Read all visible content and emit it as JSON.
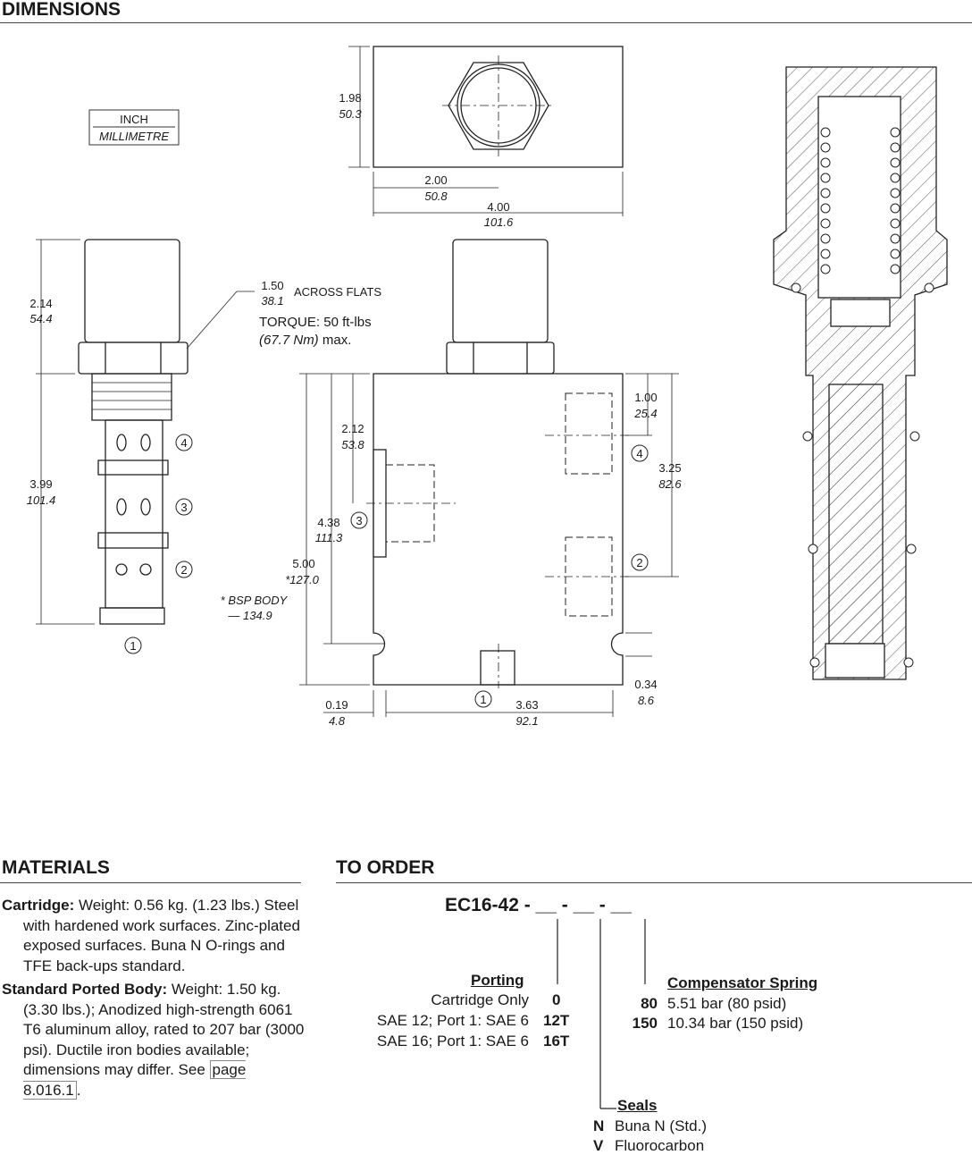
{
  "dimensions_title": "DIMENSIONS",
  "units": {
    "inch": "INCH",
    "mm": "MILLIMETRE"
  },
  "cartridge_dims": {
    "top_in": "2.14",
    "top_mm": "54.4",
    "body_in": "3.99",
    "body_mm": "101.4",
    "hex_in": "1.50",
    "hex_mm": "38.1",
    "across_flats": "ACROSS FLATS",
    "torque_line1": "TORQUE: 50 ft-lbs",
    "torque_metric": "(67.7 Nm)",
    "torque_max": " max."
  },
  "top_view_dims": {
    "height_in": "1.98",
    "height_mm": "50.3",
    "half_in": "2.00",
    "half_mm": "50.8",
    "width_in": "4.00",
    "width_mm": "101.6"
  },
  "body_dims": {
    "d1_in": "2.12",
    "d1_mm": "53.8",
    "d2_in": "4.38",
    "d2_mm": "111.3",
    "d3_in": "5.00",
    "d3_mm": "*127.0",
    "bsp_line1": "* BSP BODY",
    "bsp_line2": "— 134.9",
    "r1_in": "1.00",
    "r1_mm": "25.4",
    "r2_in": "3.25",
    "r2_mm": "82.6",
    "r3_in": "0.34",
    "r3_mm": "8.6",
    "b1_in": "0.19",
    "b1_mm": "4.8",
    "b2_in": "3.63",
    "b2_mm": "92.1"
  },
  "ports": {
    "p1": "1",
    "p2": "2",
    "p3": "3",
    "p4": "4"
  },
  "materials": {
    "title": "MATERIALS",
    "cartridge_label": "Cartridge:",
    "cartridge_text": " Weight: 0.56 kg. (1.23 lbs.) Steel with hardened work surfaces. Zinc-plated exposed surfaces. Buna N O-rings and TFE back-ups standard.",
    "body_label": "Standard Ported Body:",
    "body_text": " Weight: 1.50 kg. (3.30 lbs.); Anodized high-strength 6061 T6 aluminum alloy, rated to 207 bar (3000 psi). Ductile iron bodies available; dimensions may differ. See ",
    "body_link": "page 8.016.1",
    "body_end": "."
  },
  "order": {
    "title": "TO ORDER",
    "model": "EC16-42 - __ - __ - __",
    "porting_title": "Porting",
    "porting": [
      {
        "label": "Cartridge Only",
        "code": "0"
      },
      {
        "label": "SAE 12; Port 1: SAE 6",
        "code": "12T"
      },
      {
        "label": "SAE 16; Port 1: SAE 6",
        "code": "16T"
      }
    ],
    "spring_title": "Compensator Spring",
    "springs": [
      {
        "code": "80",
        "label": "5.51 bar (80 psid)"
      },
      {
        "code": "150",
        "label": "10.34 bar (150 psid)"
      }
    ],
    "seals_title": "Seals",
    "seals": [
      {
        "code": "N",
        "label": "Buna N (Std.)"
      },
      {
        "code": "V",
        "label": "Fluorocarbon"
      }
    ]
  }
}
